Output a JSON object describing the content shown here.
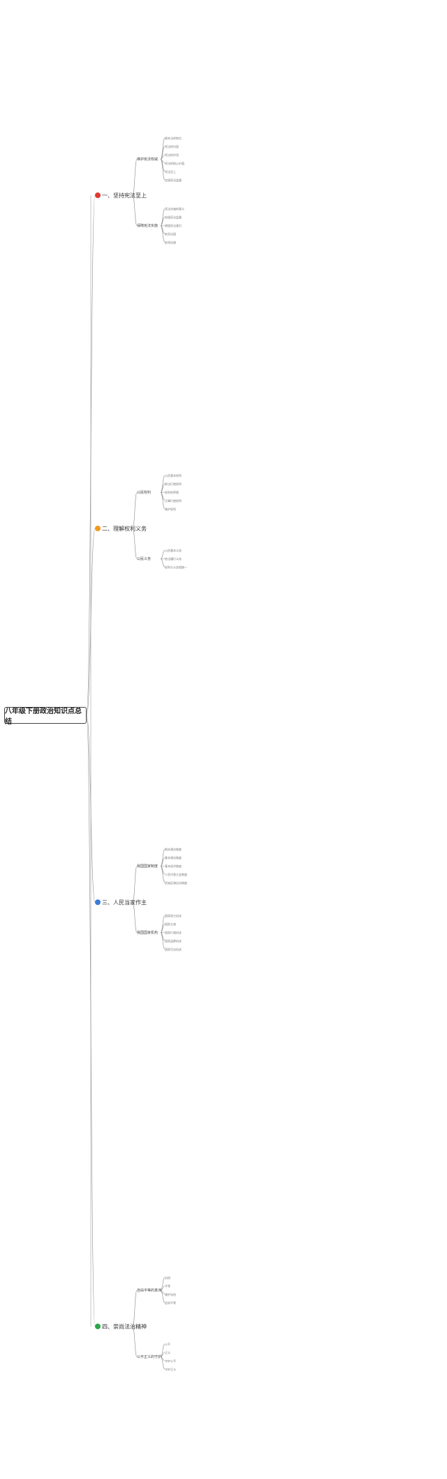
{
  "root": {
    "title": "八年级下册政治知识点总结"
  },
  "colors": {
    "line": "#8a8a8a",
    "section_1": "#e03a2f",
    "section_2": "#f29b1d",
    "section_3": "#3b7dd8",
    "section_4": "#2aa84a"
  },
  "sections": [
    {
      "label": "一、坚持宪法至上",
      "subs": [
        {
          "label": "维护宪法权威",
          "leaves": [
            "根本法的地位",
            "宪法的内容",
            "宪法的作用",
            "宪法的核心价值",
            "宪法至上",
            "加强宪法监督"
          ]
        },
        {
          "label": "保障宪法实施",
          "leaves": [
            "宪法实施的意义",
            "加强宪法监督",
            "增强宪法意识",
            "依宪治国",
            "依宪执政"
          ]
        }
      ]
    },
    {
      "label": "二、理解权利义务",
      "subs": [
        {
          "label": "公民权利",
          "leaves": [
            "公民基本权利",
            "依法行使权利",
            "权利的界限",
            "正确行使权利",
            "维护权利"
          ]
        },
        {
          "label": "公民义务",
          "leaves": [
            "公民基本义务",
            "依法履行义务",
            "权利与义务相统一"
          ]
        }
      ]
    },
    {
      "label": "三、人民当家作主",
      "subs": [
        {
          "label": "我国国家制度",
          "leaves": [
            "根本政治制度",
            "基本政治制度",
            "基本经济制度",
            "人民代表大会制度",
            "民族区域自治制度"
          ]
        },
        {
          "label": "我国国家机构",
          "leaves": [
            "国家权力机关",
            "国家主席",
            "国家行政机关",
            "国家监察机关",
            "国家司法机关"
          ]
        }
      ]
    },
    {
      "label": "四、崇尚法治精神",
      "subs": [
        {
          "label": "自由平等的真谛",
          "leaves": [
            "自由",
            "平等",
            "维护自由",
            "追求平等"
          ]
        },
        {
          "label": "公平正义的守护",
          "leaves": [
            "公平",
            "正义",
            "守护公平",
            "守护正义"
          ]
        }
      ]
    }
  ]
}
